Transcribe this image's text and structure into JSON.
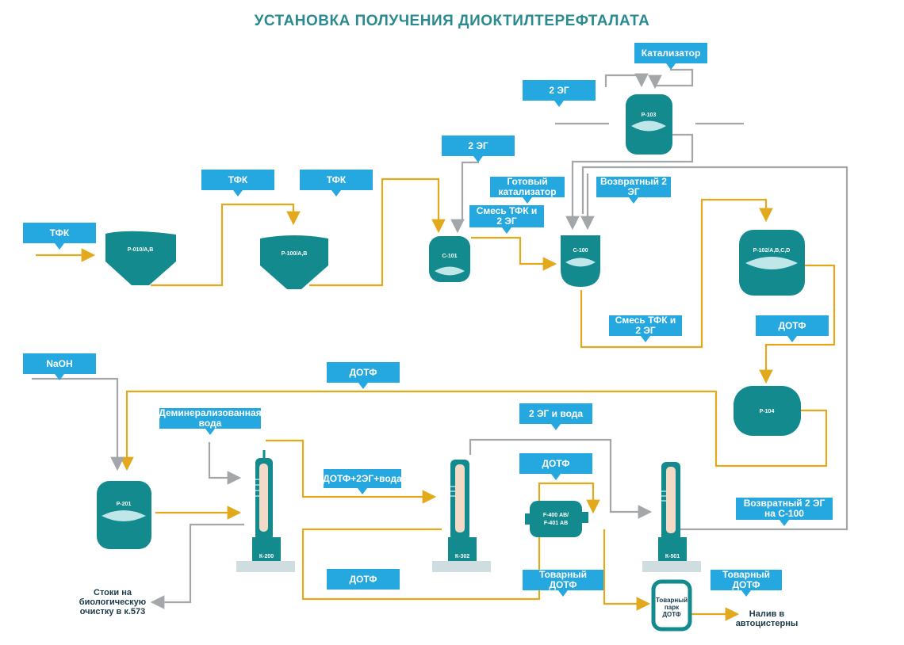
{
  "title": "УСТАНОВКА ПОЛУЧЕНИЯ ДИОКТИЛТЕРЕФТАЛАТА",
  "colors": {
    "teal": "#138a8e",
    "gold": "#e3a91c",
    "gray": "#a4a7a9",
    "label_blue": "#25a8e0",
    "title": "#2b8a8f"
  },
  "equipment": {
    "r010": "Р-010/А,В",
    "r100": "Р-100/А,В",
    "c101": "С-101",
    "c100": "С-100",
    "r103": "Р-103",
    "r102": "Р-102/А,В,С,D",
    "r104": "Р-104",
    "r201": "Р-201",
    "k200": "К-200",
    "k302": "К-302",
    "k501": "К-501",
    "f400": "F-400 АВ/ F-401 АВ",
    "park": "Товарный парк ДОТФ"
  },
  "labels": {
    "tfk1": "ТФК",
    "tfk2": "ТФК",
    "tfk3": "ТФК",
    "eg1": "2 ЭГ",
    "eg2": "2 ЭГ",
    "catalyst": "Катализатор",
    "ready_catalyst": "Готовый катализатор",
    "return_eg": "Возвратный 2 ЭГ",
    "mix1": "Смесь ТФК и 2 ЭГ",
    "mix2": "Смесь ТФК и 2 ЭГ",
    "dotf1": "ДОТФ",
    "dotf2": "ДОТФ",
    "dotf3": "ДОТФ",
    "dotf4": "ДОТФ",
    "naoh": "NaOH",
    "demin_water": "Деминерализованная вода",
    "dotf_eg_water": "ДОТФ+2ЭГ+вода",
    "eg_water": "2 ЭГ и вода",
    "return_eg_c100": "Возвратный 2 ЭГ на С-100",
    "commodity_dotf1": "Товарный ДОТФ",
    "commodity_dotf2": "Товарный ДОТФ"
  },
  "texts": {
    "bio": "Стоки на биологическую очистку в к.573",
    "tanker": "Налив в автоцистерны"
  }
}
